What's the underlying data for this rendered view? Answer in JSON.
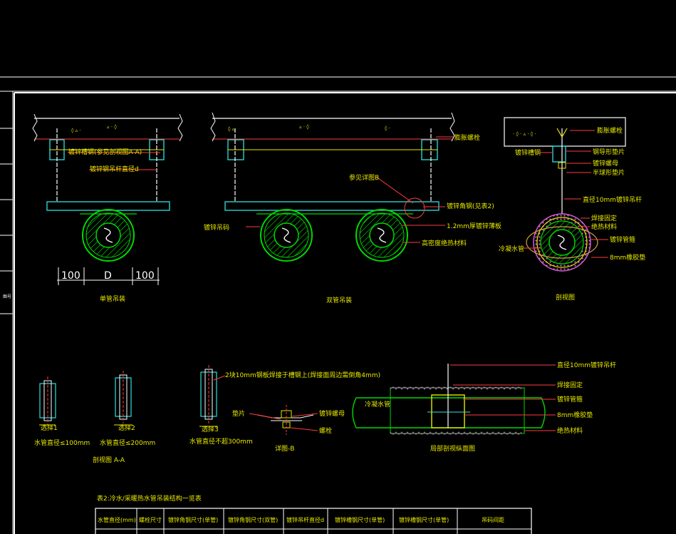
{
  "single_hanger": {
    "title": "单管吊装",
    "label_channel": "镀锌槽钢(参见剖视图A-A)",
    "label_rod": "镀锌钢吊杆直径d",
    "dim_left": "100",
    "dim_mid": "D",
    "dim_right": "100"
  },
  "double_hanger": {
    "title": "双管吊装",
    "label_detail_ref": "参见详图B",
    "label_angle": "镀锌角钢(见表2)",
    "label_clamp": "镀锌吊码",
    "label_plate": "1.2mm厚镀锌薄板",
    "label_insul": "高密度绝热材料",
    "label_anchor": "膨胀螺栓"
  },
  "section_view": {
    "title": "剖视图",
    "label_anchor": "膨胀螺栓",
    "label_channel": "镀锌槽钢",
    "label_washer1": "钢导形垫片",
    "label_nut": "镀锌螺母",
    "label_washer2": "半球形垫片",
    "label_rod": "直径10mm镀锌吊杆",
    "label_weld": "焊接固定",
    "label_insul": "绝热材料",
    "label_cold": "冷凝水管",
    "label_clamp": "镀锌管箍",
    "label_rubber": "8mm橡胶垫"
  },
  "aa_section": {
    "title": "剖视图 A-A",
    "opt1_title": "选择1",
    "opt1_note": "水管直径≤100mm",
    "opt2_title": "选择2",
    "opt2_note": "水管直径≤200mm",
    "opt3_title": "选择3",
    "opt3_note": "水管直径不超300mm",
    "opt3_label": "2块10mm钢板焊接于槽钢上(焊接面周边需倒角4mm)"
  },
  "detail_b": {
    "title": "详图-B",
    "label_washer": "垫片",
    "label_nut": "镀锌螺母",
    "label_bolt": "螺栓"
  },
  "long_section": {
    "title": "局部剖视纵面图",
    "label_pipe": "冷凝水管",
    "label_rod": "直径10mm镀锌吊杆",
    "label_weld": "焊接固定",
    "label_clamp": "镀锌管箍",
    "label_rubber": "8mm橡胶垫",
    "label_insul": "绝热材料"
  },
  "table": {
    "caption": "表2:冷水/采暖热水管吊装结构一览表",
    "headers": [
      "水管直径(mm)",
      "螺栓尺寸",
      "镀锌角钢尺寸(单管)",
      "镀锌角钢尺寸(双管)",
      "镀锌吊杆直径d",
      "镀锌槽钢尺寸(单管)",
      "镀锌槽钢尺寸(单管)",
      "吊码间距"
    ]
  },
  "colors": {
    "frame": "#ffffff",
    "text": "#e8e800",
    "leader": "#ff3b3b",
    "pipe": "#00d800",
    "steel": "#30e0e0",
    "insulation": "#d060d0"
  }
}
